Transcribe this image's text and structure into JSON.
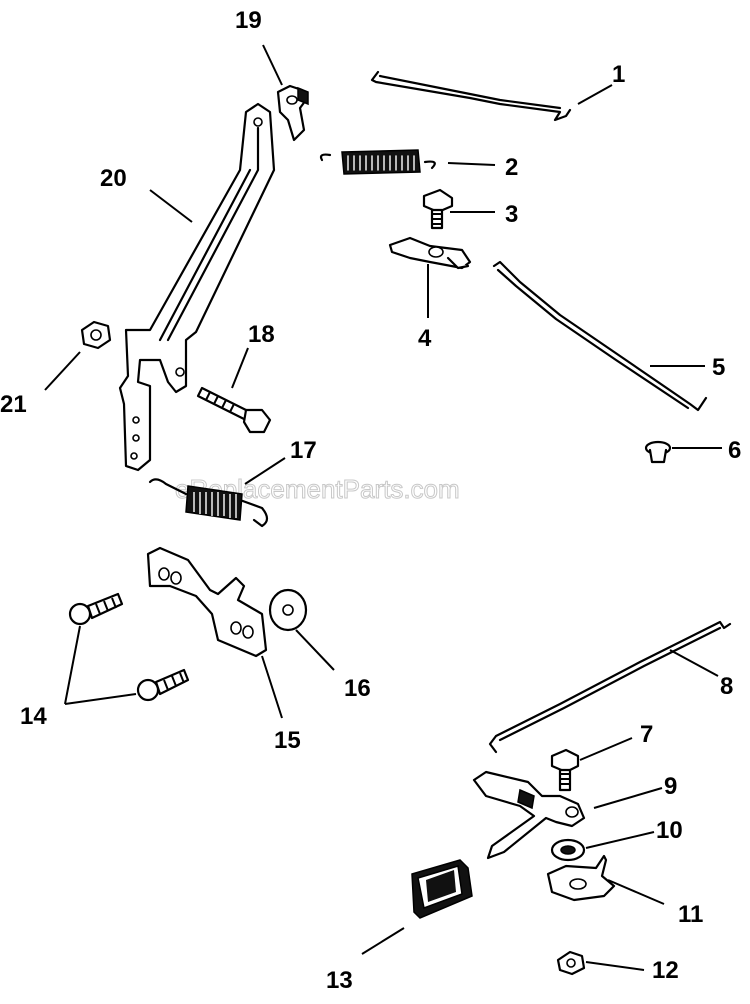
{
  "watermark": "eReplacementParts.com",
  "callouts": {
    "c1": "1",
    "c2": "2",
    "c3": "3",
    "c4": "4",
    "c5": "5",
    "c6": "6",
    "c7": "7",
    "c8": "8",
    "c9": "9",
    "c10": "10",
    "c11": "11",
    "c12": "12",
    "c13": "13",
    "c14": "14",
    "c15": "15",
    "c16": "16",
    "c17": "17",
    "c18": "18",
    "c19": "19",
    "c20": "20",
    "c21": "21"
  }
}
